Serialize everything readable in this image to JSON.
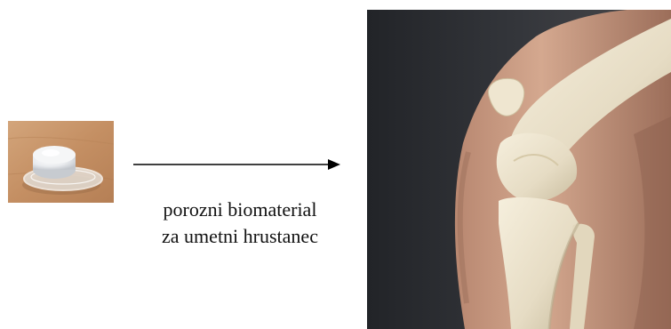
{
  "caption": {
    "line1": "porozni biomaterial",
    "line2": "za umetni hrustanec"
  },
  "images": {
    "sample": {
      "subject": "porous-biomaterial-sample-in-dish"
    },
    "knee": {
      "subject": "knee-joint-with-artificial-bones"
    }
  },
  "colors": {
    "wood": "#c9966a",
    "biomaterial": "#ecedee",
    "background_dark": "#2c2e32",
    "skin": "#c99a80",
    "bone": "#ece3cd",
    "arrow": "#000000"
  }
}
